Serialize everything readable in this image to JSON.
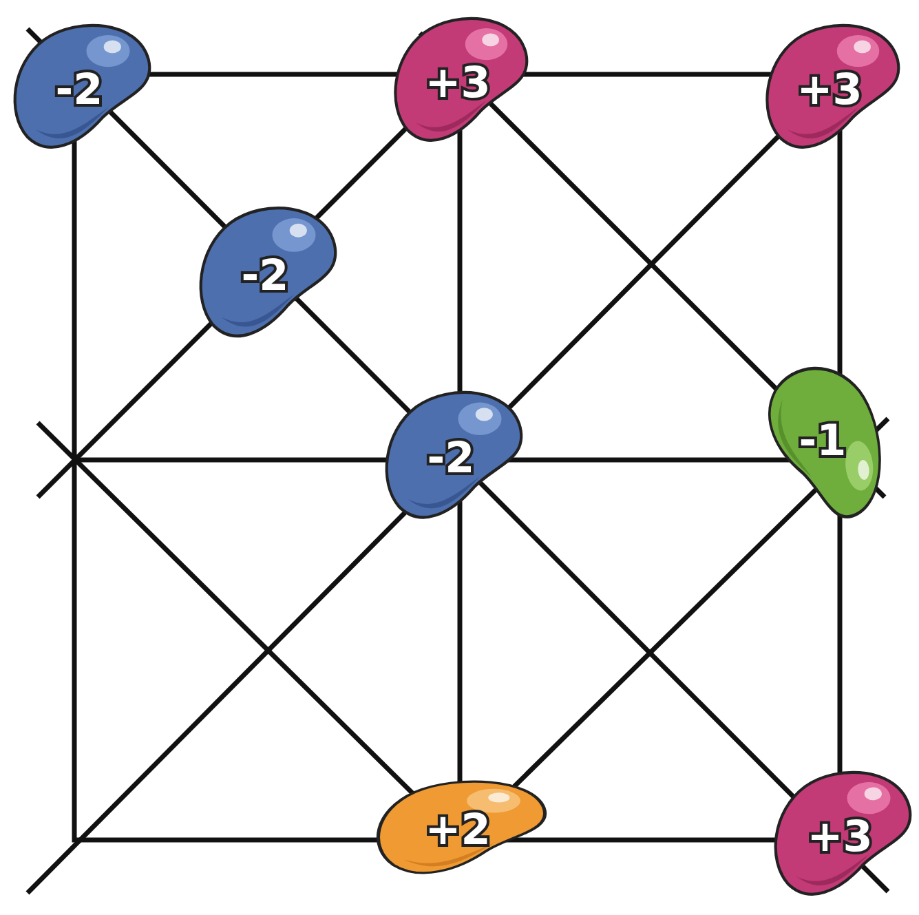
{
  "diagram": {
    "nodes": [
      {
        "text": [
          "-2"
        ]
      },
      {
        "text": [
          "+3"
        ]
      },
      {
        "text": [
          "+3"
        ]
      },
      {
        "text": [
          "-2"
        ]
      },
      {
        "text": [
          "-2"
        ]
      },
      {
        "text": [
          "-1"
        ]
      },
      {
        "text": [
          "+2"
        ]
      },
      {
        "text": [
          "+3"
        ]
      }
    ]
  }
}
